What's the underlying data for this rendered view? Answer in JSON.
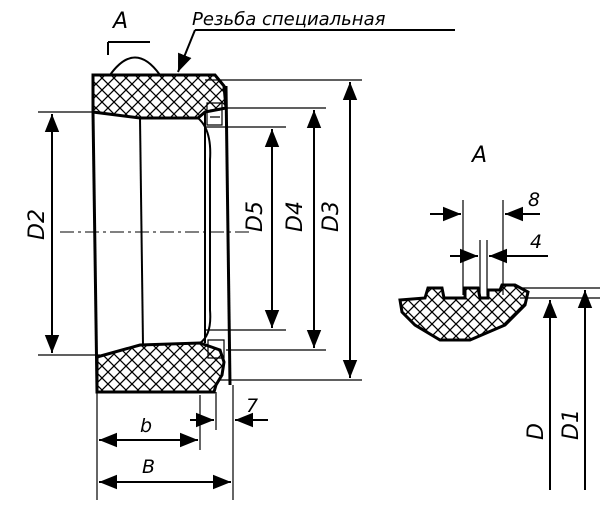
{
  "title": "Резьба специальная",
  "view_label": "A",
  "detail": {
    "title": "A",
    "dim_top": "8",
    "dim_mid": "4",
    "dim_d": "D",
    "dim_d1": "D1"
  },
  "dims": {
    "d2": "D2",
    "d3": "D3",
    "d4": "D4",
    "d5": "D5",
    "b_small": "b",
    "b_big": "B",
    "seven": "7"
  },
  "colors": {
    "ink": "#000000",
    "paper": "#ffffff"
  }
}
